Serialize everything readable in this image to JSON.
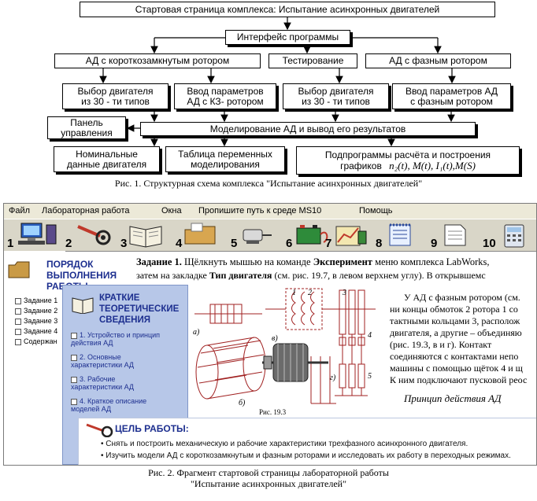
{
  "fig1": {
    "start": "Стартовая страница комплекса: Испытание асинхронных двигателей",
    "interface": "Интерфейс программы",
    "ad_short": "АД с короткозамкнутым ротором",
    "testing": "Тестирование",
    "ad_phase": "АД с фазным ротором",
    "select1_l1": "Выбор двигателя",
    "select1_l2": "из 30 - ти типов",
    "input_kz_l1": "Ввод параметров",
    "input_kz_l2": "АД с КЗ- ротором",
    "select2_l1": "Выбор двигателя",
    "select2_l2": "из 30 - ти типов",
    "input_ph_l1": "Ввод параметров АД",
    "input_ph_l2": "с фазным ротором",
    "panel_l1": "Панель",
    "panel_l2": "управления",
    "modeling": "Моделирование АД и вывод его  результатов",
    "nominal_l1": "Номинальные",
    "nominal_l2": "данные двигателя",
    "table_l1": "Таблица переменных",
    "table_l2": "моделирования",
    "sub_l1": "Подпрограммы расчёта и построения",
    "sub_l2_prefix": "графиков",
    "sub_l2_formula": "n₂(t), M(t), I₁(t),M(S)",
    "caption": "Рис. 1. Структурная схема комплекса \"Испытание асинхронных двигателей\""
  },
  "fig2": {
    "menu": [
      "Файл",
      "Лабораторная работа",
      "Окна",
      "Пропишите путь к среде MS10",
      "Помощь"
    ],
    "toolbar_numbers": [
      "1",
      "2",
      "3",
      "4",
      "5",
      "6",
      "7",
      "8",
      "9",
      "10"
    ],
    "toolbar_icons": [
      "computer-icon",
      "key-icon",
      "book-icon",
      "folder-icon",
      "motor-icon",
      "battery-icon",
      "chart-icon",
      "notepad-icon",
      "document-icon",
      "calculator-icon"
    ],
    "left_title": [
      "ПОРЯДОК",
      "ВЫПОЛНЕНИЯ",
      "РАБОТЫ"
    ],
    "left_items": [
      "Задание 1",
      "Задание 2",
      "Задание 3",
      "Задание 4",
      "Содержан"
    ],
    "task_line1_bold": "Задание 1.",
    "task_line1_rest": " Щёлкнуть  мышью на команде ",
    "task_line1_bold2": "Эксперимент",
    "task_line1_end": " меню комплекса LabWorks,",
    "task_line2": "затем на закладке ",
    "task_line2_bold": "Тип двигателя",
    "task_line2_end": " (см. рис. 19.7, в левом верхнем углу). В открывшемс",
    "theory_title": [
      "КРАТКИЕ",
      "ТЕОРЕТИЧЕСКИЕ",
      "СВЕДЕНИЯ"
    ],
    "theory_items": [
      [
        "1. Устройство и принцип",
        "действия АД"
      ],
      [
        "2. Основные",
        "характеристики АД"
      ],
      [
        "3. Рабочие",
        "характеристики АД"
      ],
      [
        "4. Краткое описание",
        "моделей АД"
      ]
    ],
    "right_text": [
      "У АД с фазным ротором (см.",
      "ни концы обмоток 2 ротора 1 со",
      "тактными кольцами 3, располож",
      "двигателя, а другие – объединяю",
      "(рис.  19.3,  в  и  г).  Контакт",
      "соединяются с контактами непо",
      "машины с помощью щёток 4 и щ",
      "К ним подключают пусковой реос"
    ],
    "principle": "Принцип действия АД",
    "fig_labels": [
      "а)",
      "б)",
      "в)",
      "г)",
      "Рис. 19.3",
      "1",
      "2",
      "3",
      "4",
      "5"
    ],
    "goal_title": "ЦЕЛЬ РАБОТЫ:",
    "goal_items": [
      "Снять и построить механическую и рабочие характеристики трехфазного асинхронного двигателя.",
      "Изучить модели АД с короткозамкнутым и фазным роторами и исследовать их работу в переходных режимах."
    ],
    "caption_l1": "Рис. 2. Фрагмент стартовой страницы лабораторной работы",
    "caption_l2": "\"Испытание асинхронных двигателей\""
  },
  "colors": {
    "title_blue": "#1d2f8f",
    "pane_blue": "#b7c7e8",
    "drawing_red": "#a02020"
  }
}
